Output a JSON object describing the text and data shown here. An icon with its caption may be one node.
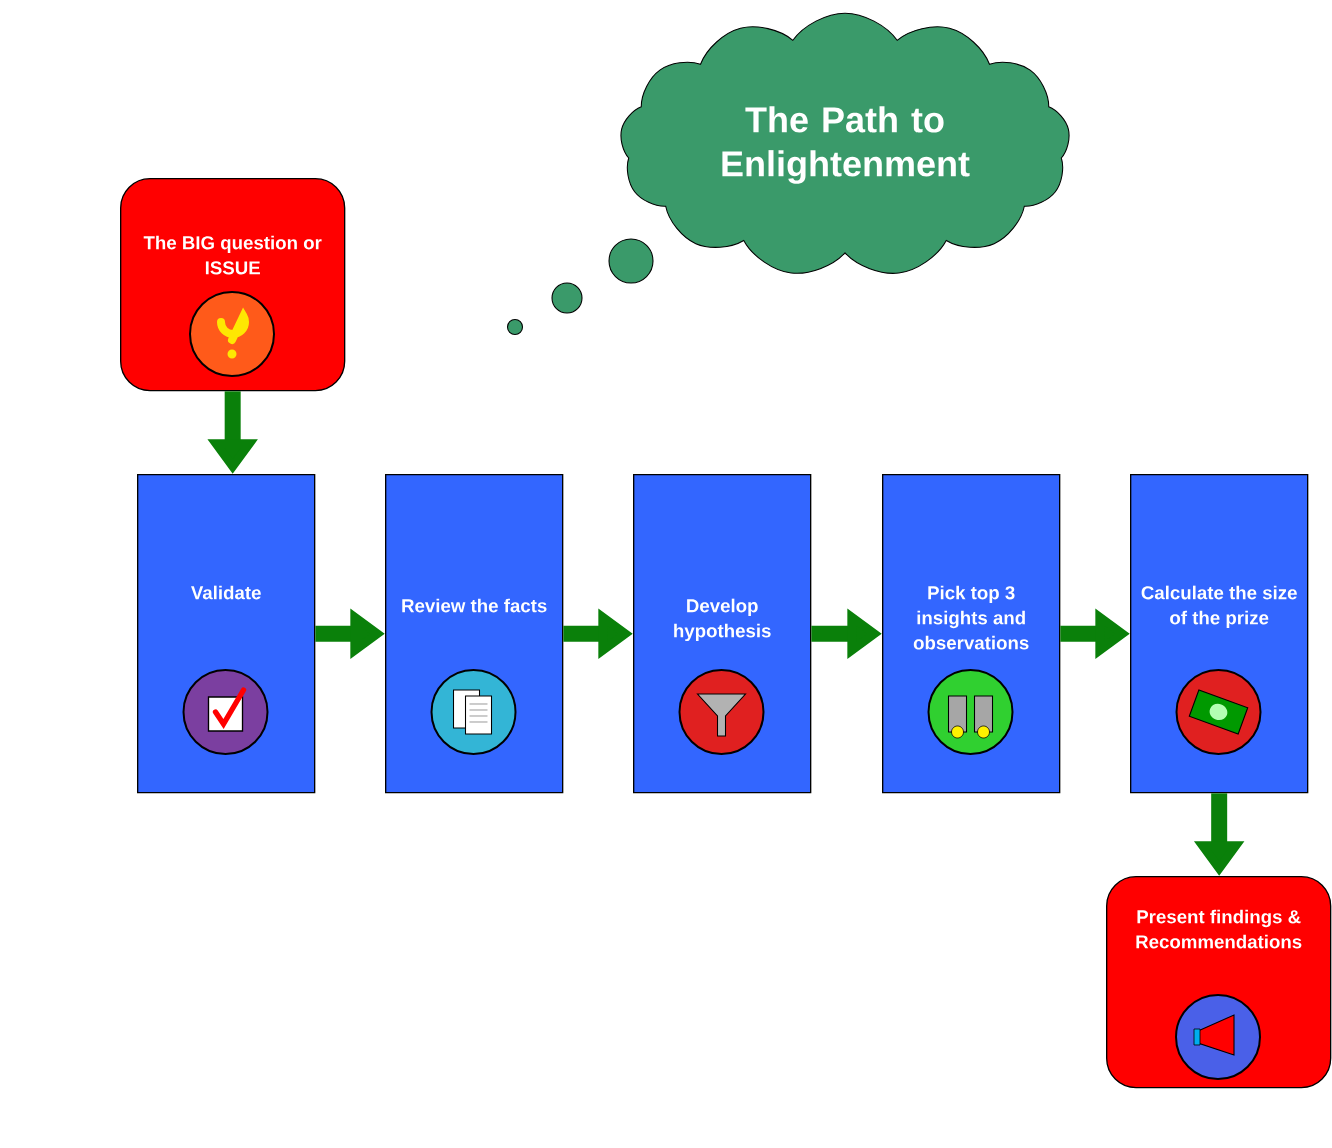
{
  "diagram": {
    "nodes": [
      {
        "text": [
          "The Path to Enlightenment"
        ]
      },
      {
        "text": [
          "The BIG question or ISSUE"
        ]
      },
      {
        "text": [
          "Validate"
        ]
      },
      {
        "text": [
          "Review the facts"
        ]
      },
      {
        "text": [
          "Develop hypothesis"
        ]
      },
      {
        "text": [
          "Pick top 3 insights and observations"
        ]
      },
      {
        "text": [
          "Calculate the size of the prize"
        ]
      },
      {
        "text": [
          "Present findings & Recommendations"
        ]
      }
    ],
    "edges": [
      {
        "from": 1,
        "to": 2,
        "arrow": "to"
      },
      {
        "from": 2,
        "to": 3,
        "arrow": "to"
      },
      {
        "from": 3,
        "to": 4,
        "arrow": "to"
      },
      {
        "from": 4,
        "to": 5,
        "arrow": "to"
      },
      {
        "from": 5,
        "to": 6,
        "arrow": "to"
      },
      {
        "from": 6,
        "to": 7,
        "arrow": "to"
      }
    ]
  }
}
